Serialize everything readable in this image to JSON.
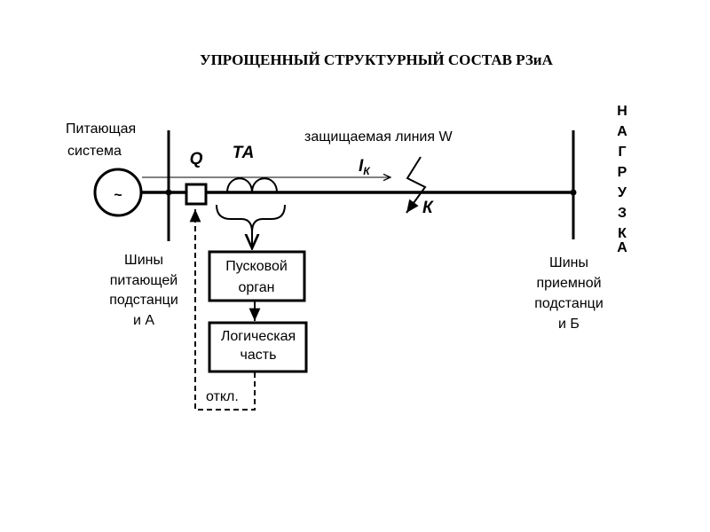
{
  "title": "УПРОЩЕННЫЙ СТРУКТУРНЫЙ СОСТАВ РЗиА",
  "supply_system": [
    "Питающая",
    "система"
  ],
  "generator_symbol": "~",
  "breaker_label": "Q",
  "ct_label": "ТА",
  "protected_line_label": "защищаемая линия W",
  "fault_current": {
    "main": "I",
    "sub": "К"
  },
  "fault_label": "К",
  "load_label": [
    "Н",
    "А",
    "Г",
    "Р",
    "У",
    "З",
    "К",
    "А"
  ],
  "bus_a_label": [
    "Шины",
    "питающей",
    "подстанци",
    "и А"
  ],
  "bus_b_label": [
    "Шины",
    "приемной",
    "подстанци",
    "и Б"
  ],
  "start_block": [
    "Пусковой",
    "орган"
  ],
  "logic_block": [
    "Логическая",
    "часть"
  ],
  "trip_label": "откл."
}
